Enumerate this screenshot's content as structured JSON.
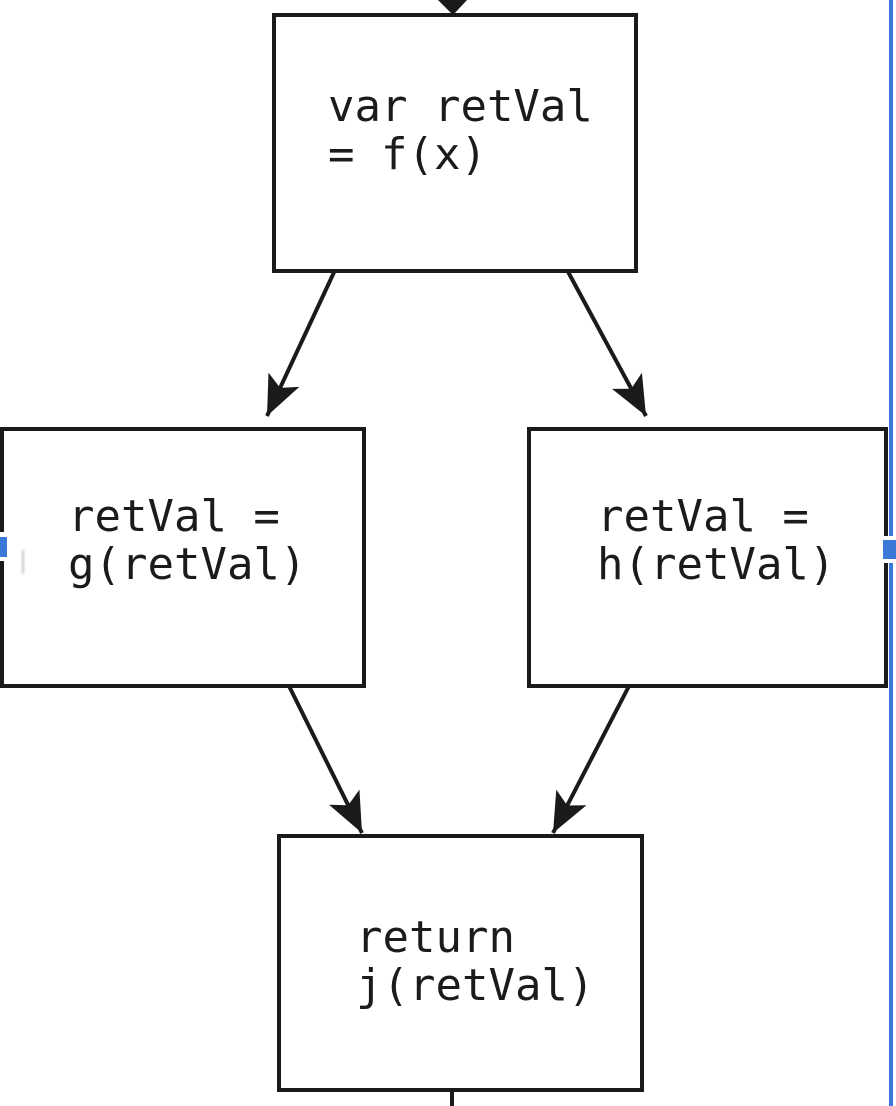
{
  "app": {
    "type": "flowchart-diagram-screenshot",
    "state": "image-selected-with-resize-handles"
  },
  "diagram": {
    "nodes": [
      {
        "id": "assign-f",
        "lines": [
          "var retVal",
          "= f(x)"
        ]
      },
      {
        "id": "assign-g",
        "lines": [
          "retVal =",
          "g(retVal)"
        ]
      },
      {
        "id": "assign-h",
        "lines": [
          "retVal =",
          "h(retVal)"
        ]
      },
      {
        "id": "return-j",
        "lines": [
          "return",
          "j(retVal)"
        ]
      }
    ],
    "edges": [
      {
        "from": "offscreen-top",
        "to": "assign-f"
      },
      {
        "from": "assign-f",
        "to": "assign-g"
      },
      {
        "from": "assign-f",
        "to": "assign-h"
      },
      {
        "from": "assign-g",
        "to": "return-j"
      },
      {
        "from": "assign-h",
        "to": "return-j"
      },
      {
        "from": "return-j",
        "to": "offscreen-bottom"
      }
    ],
    "colors": {
      "node_border": "#1a1a1a",
      "node_fill": "#ffffff",
      "text": "#1b1b1b",
      "arrow": "#1a1a1a",
      "selection_blue": "#3b78d8"
    }
  }
}
